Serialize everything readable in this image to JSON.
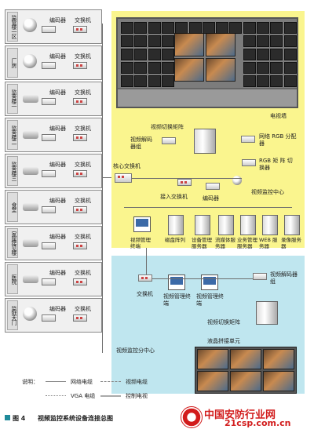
{
  "sites": [
    {
      "label": "监管楼一区",
      "camera": "dome"
    },
    {
      "label": "厂房",
      "camera": "dome"
    },
    {
      "label": "监舍楼一",
      "camera": "bullet"
    },
    {
      "label": "监舍楼二",
      "camera": "bullet"
    },
    {
      "label": "监舍楼三",
      "camera": "bullet"
    },
    {
      "label": "食堂",
      "camera": "bullet"
    },
    {
      "label": "家属接见楼",
      "camera": "bullet"
    },
    {
      "label": "医院",
      "camera": "bullet"
    },
    {
      "label": "监狱大门",
      "camera": "dome"
    }
  ],
  "site_devices": {
    "encoder": "编码器",
    "switch": "交换机"
  },
  "center": {
    "tv_wall": "电视墙",
    "video_matrix": "视频切换矩阵",
    "decoder_group": "视频解码器组",
    "rgb_distributor": "网络 RGB 分配器",
    "rgb_matrix": "RGB 矩 阵 切换器",
    "core_switch": "核心交换机",
    "access_switch": "接入交换机",
    "encoder": "编码器",
    "center_title": "视频监控中心",
    "servers": [
      "视频管理终端",
      "磁盘阵列",
      "设备管理服务器",
      "流媒体服务器",
      "业务管理服务器",
      "WEB 服务器",
      "录像服务器"
    ]
  },
  "branch": {
    "switch": "交换机",
    "mgmt1": "视频管理终端",
    "mgmt2": "视频管理终端",
    "decoder_group": "视频解码器组",
    "video_matrix": "视频切换矩阵",
    "lcd": "液晶拼接单元",
    "title": "视频监控分中心"
  },
  "legend": {
    "prefix": "说明：",
    "network": "网络电缆",
    "video": "视频电缆",
    "vga": "VGA 电缆",
    "control": "控制电视"
  },
  "caption": {
    "fig": "图 4",
    "text": "视频监控系统设备连接总图"
  },
  "watermark": {
    "name": "中国安防行业网",
    "url": "21csp.com.cn"
  },
  "colors": {
    "center_bg": "#faf58e",
    "branch_bg": "#bfe6ef",
    "accent": "#1f8a9a"
  }
}
